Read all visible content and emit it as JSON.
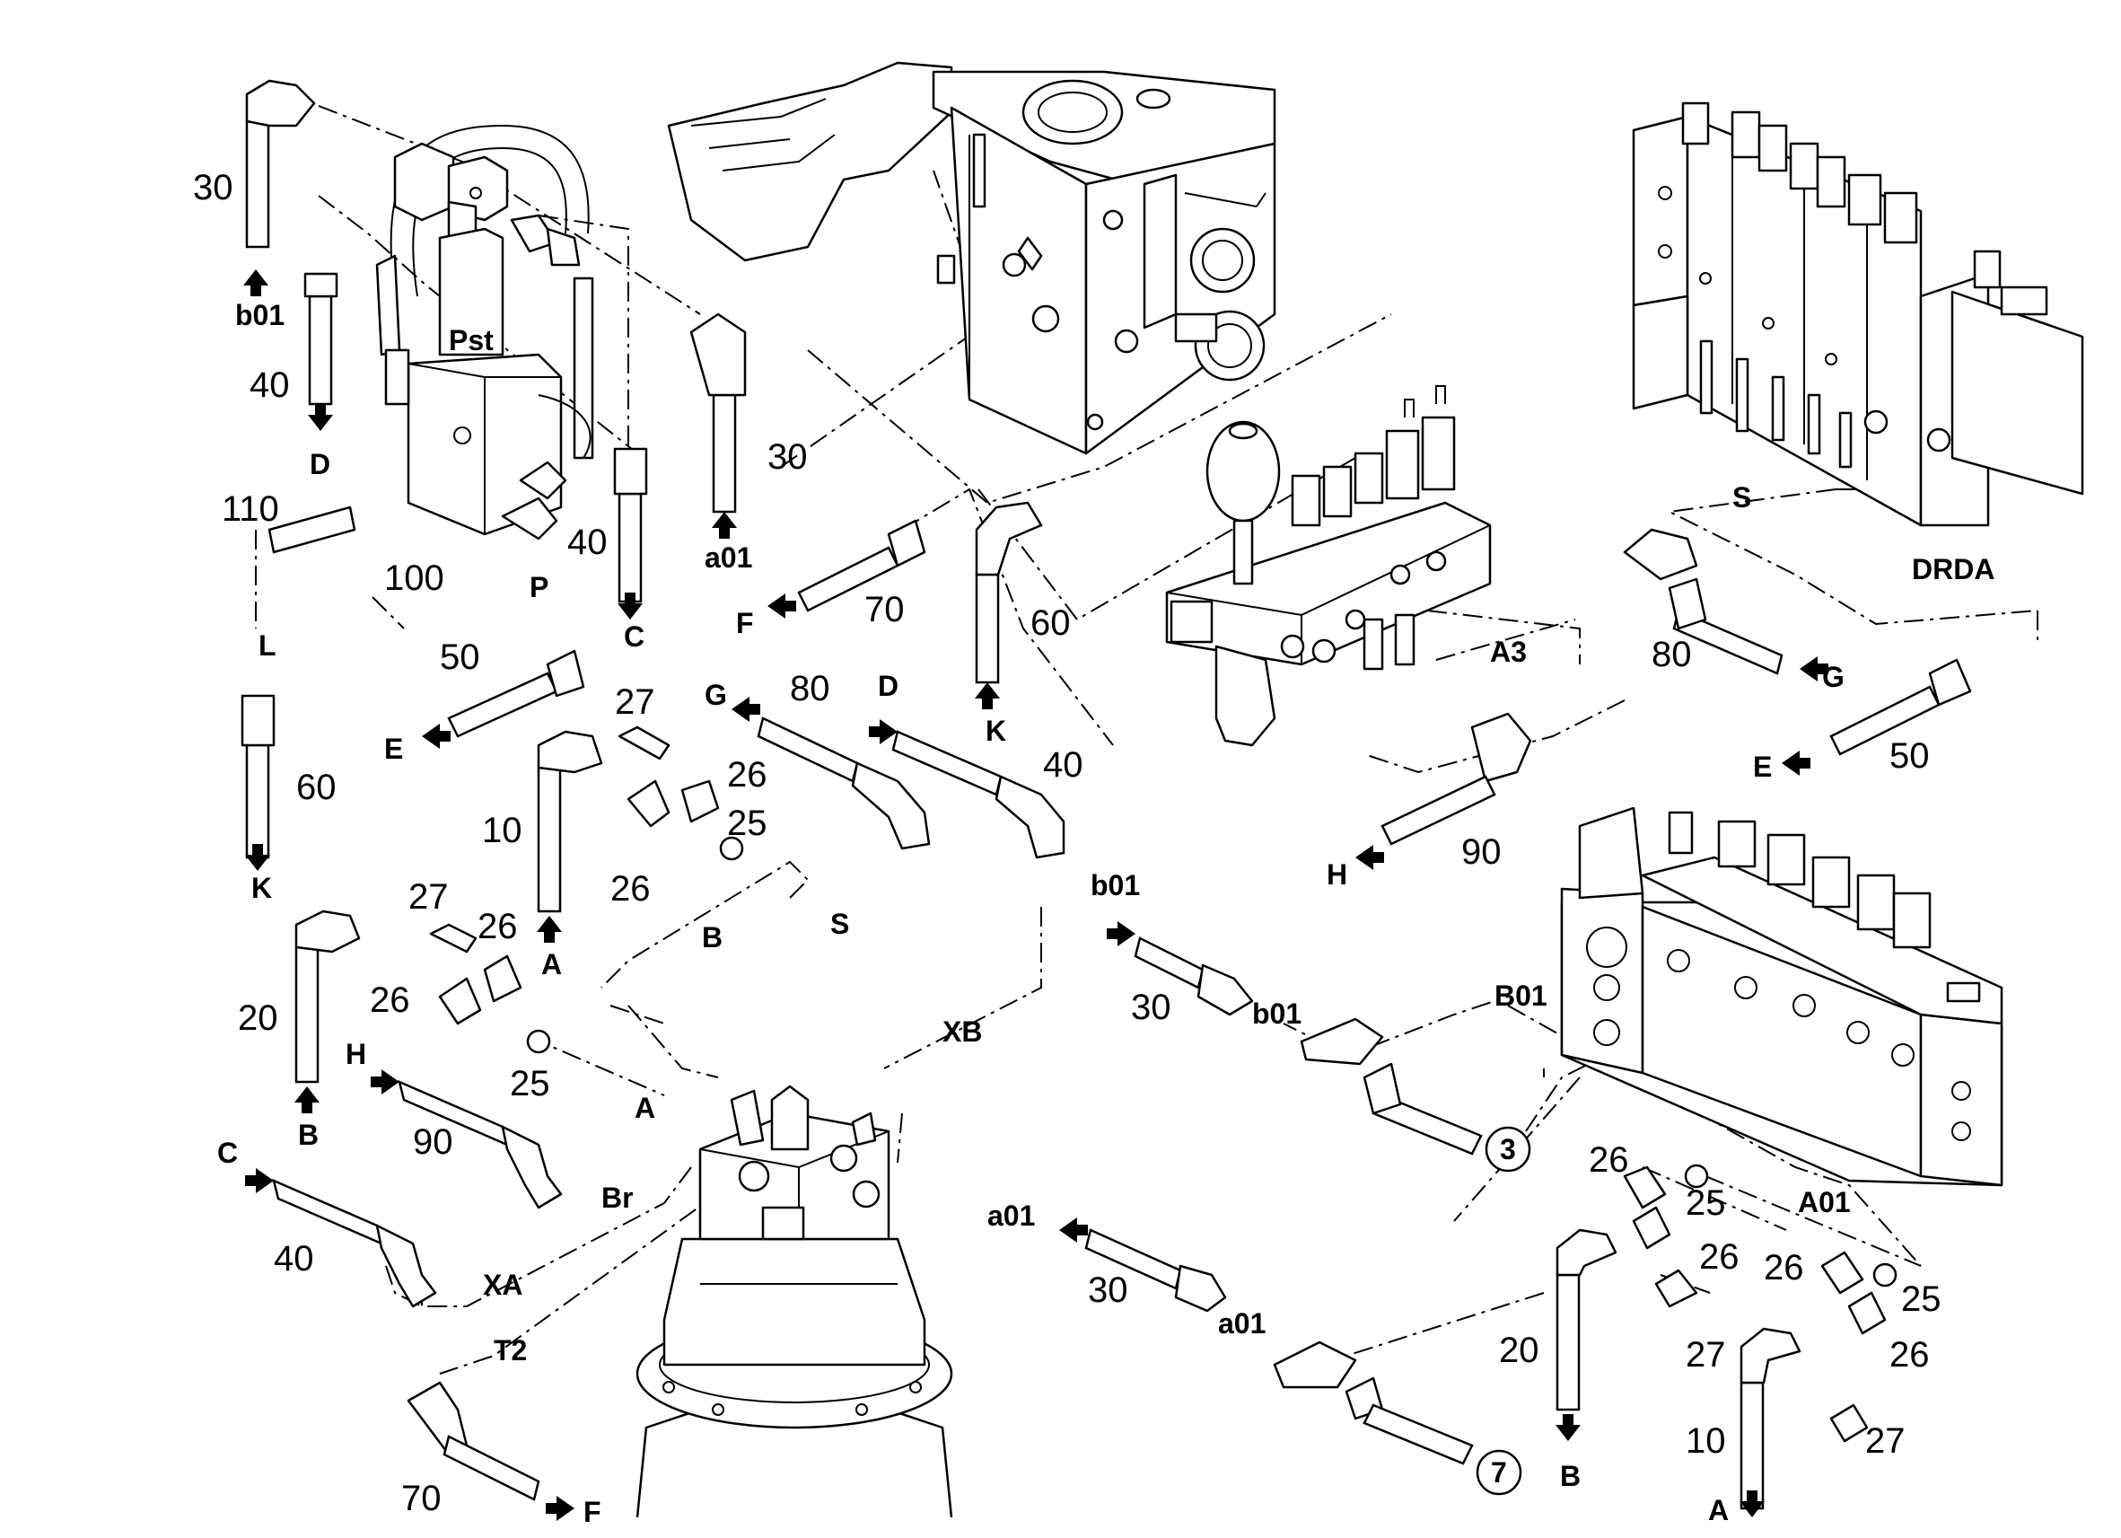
{
  "callouts": {
    "n30_a": "30",
    "n40_a": "40",
    "n110": "110",
    "n100": "100",
    "n40_b": "40",
    "n50_a": "50",
    "n60_a": "60",
    "n27_a": "27",
    "n26_a": "26",
    "n10_a": "10",
    "n26_b": "26",
    "n25_a": "25",
    "n27_b": "27",
    "n26_c": "26",
    "n26_d": "26",
    "n20_a": "20",
    "n25_b": "25",
    "n90_a": "90",
    "n40_c": "40",
    "n70_a": "70",
    "n30_b": "30",
    "n70_b": "70",
    "n60_b": "60",
    "n80_a": "80",
    "n40_d": "40",
    "n30_c": "30",
    "n30_d": "30",
    "n90_b": "90",
    "n80_b": "80",
    "n50_b": "50",
    "n26_e": "26",
    "n25_c": "25",
    "n26_f": "26",
    "n26_g": "26",
    "n25_d": "25",
    "n26_h": "26",
    "n27_c": "27",
    "n20_b": "20",
    "n10_b": "10",
    "n27_d": "27"
  },
  "ports": {
    "b01_a": "b01",
    "D_a": "D",
    "Pst": "Pst",
    "P": "P",
    "C_a": "C",
    "L": "L",
    "K_a": "K",
    "E_a": "E",
    "A_a": "A",
    "B_a": "B",
    "H_a": "H",
    "C_b": "C",
    "a01_a": "a01",
    "F_a": "F",
    "K_b": "K",
    "G_a": "G",
    "D_b": "D",
    "B_line": "B",
    "S_line": "S",
    "XB": "XB",
    "A_line": "A",
    "Br": "Br",
    "XA": "XA",
    "T2": "T2",
    "F_b": "F",
    "b01_b": "b01",
    "b01_c": "b01",
    "a01_b": "a01",
    "a01_c": "a01",
    "A3": "A3",
    "H_b": "H",
    "S_b": "S",
    "DRDA": "DRDA",
    "G_b": "G",
    "E_b": "E",
    "B01": "B01",
    "A01": "A01",
    "B_b": "B",
    "A_b": "A"
  },
  "references": {
    "ref3": "3",
    "ref7": "7"
  }
}
